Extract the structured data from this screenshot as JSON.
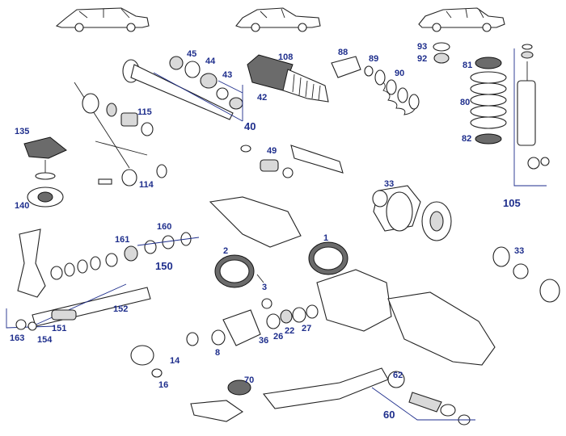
{
  "diagram": {
    "cars": [
      "sedan-fintail",
      "coupe",
      "sedan-w108"
    ],
    "labels": {
      "l1": "1",
      "l2": "2",
      "l3": "3",
      "l8": "8",
      "l14": "14",
      "l16": "16",
      "l22": "22",
      "l26": "26",
      "l27": "27",
      "l33a": "33",
      "l33b": "33",
      "l36": "36",
      "l40": "40",
      "l42": "42",
      "l43": "43",
      "l44": "44",
      "l45": "45",
      "l49": "49",
      "l60": "60",
      "l62": "62",
      "l70": "70",
      "l80": "80",
      "l81": "81",
      "l82": "82",
      "l88": "88",
      "l89": "89",
      "l90": "90",
      "l92": "92",
      "l93": "93",
      "l105": "105",
      "l108": "108",
      "l114": "114",
      "l115": "115",
      "l135": "135",
      "l140": "140",
      "l150": "150",
      "l151": "151",
      "l152": "152",
      "l154": "154",
      "l160": "160",
      "l161": "161",
      "l163": "163"
    },
    "colors": {
      "label": "#1e2e8c",
      "line": "#222222",
      "shade": "#d9d9d9"
    }
  }
}
